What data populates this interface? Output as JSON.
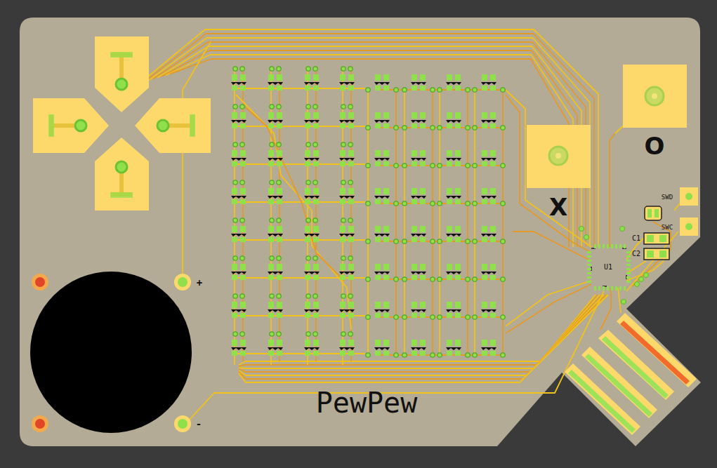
{
  "diagram": {
    "labels": [
      "O",
      "X",
      "SWD",
      "SWC",
      "C1",
      "C2",
      "U1",
      "+",
      "-",
      "PewPew"
    ]
  }
}
